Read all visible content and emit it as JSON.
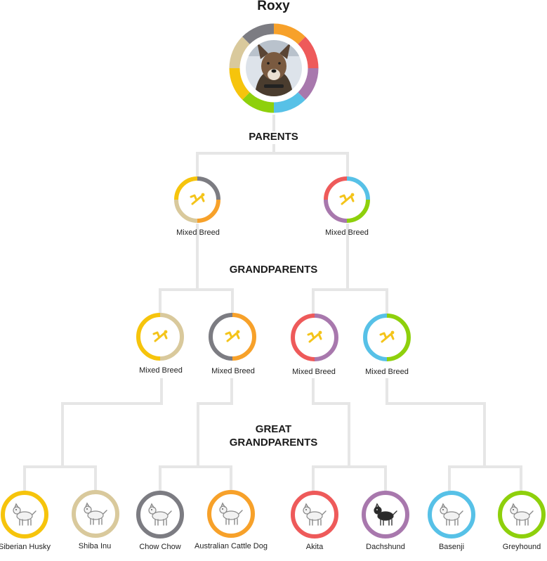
{
  "dog": {
    "name": "Roxy"
  },
  "sections": {
    "parents": "PARENTS",
    "grandparents": "GRANDPARENTS",
    "great_grandparents": "GREAT\nGRANDPARENTS"
  },
  "colors": {
    "lines": "#e6e6e6",
    "paw_icon": "#f4c41a",
    "breeds": {
      "Siberian Husky": "#f6c40c",
      "Shiba Inu": "#d9c99c",
      "Chow Chow": "#7c7c82",
      "Australian Cattle Dog": "#f7a12a",
      "Akita": "#ee5a5a",
      "Dachshund": "#a878ad",
      "Basenji": "#57c1e7",
      "Greyhound": "#8ed00c"
    }
  },
  "parents": [
    {
      "label": "Mixed Breed",
      "icon": "paw-icon"
    },
    {
      "label": "Mixed Breed",
      "icon": "paw-icon"
    }
  ],
  "grandparents": [
    {
      "label": "Mixed Breed",
      "icon": "paw-icon"
    },
    {
      "label": "Mixed Breed",
      "icon": "paw-icon"
    },
    {
      "label": "Mixed Breed",
      "icon": "paw-icon"
    },
    {
      "label": "Mixed Breed",
      "icon": "paw-icon"
    }
  ],
  "great_grandparents": [
    {
      "label": "Siberian Husky",
      "icon": "siberian-husky-icon"
    },
    {
      "label": "Shiba Inu",
      "icon": "shiba-inu-icon"
    },
    {
      "label": "Chow Chow",
      "icon": "chow-chow-icon"
    },
    {
      "label": "Australian Cattle Dog",
      "icon": "australian-cattle-dog-icon"
    },
    {
      "label": "Akita",
      "icon": "akita-icon"
    },
    {
      "label": "Dachshund",
      "icon": "dachshund-icon"
    },
    {
      "label": "Basenji",
      "icon": "basenji-icon"
    },
    {
      "label": "Greyhound",
      "icon": "greyhound-icon"
    }
  ]
}
